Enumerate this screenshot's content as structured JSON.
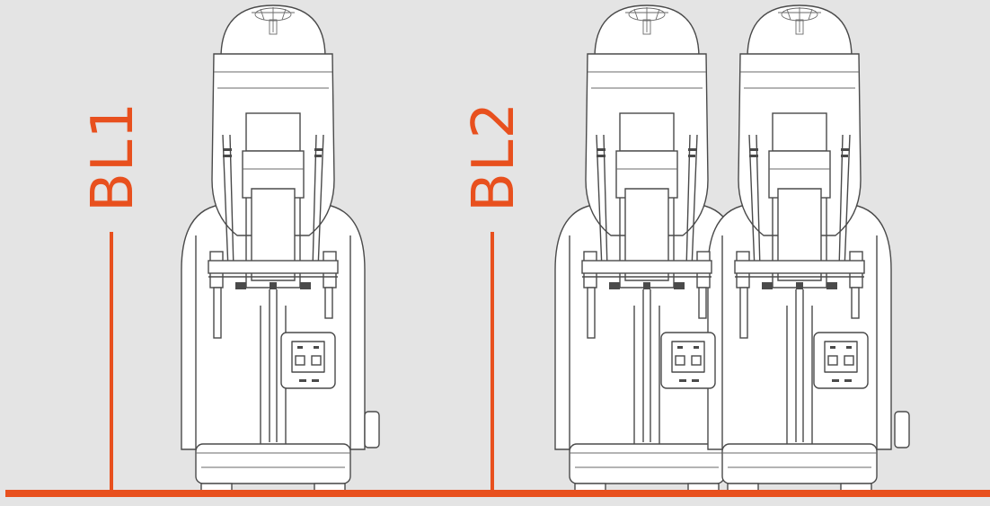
{
  "colors": {
    "background": "#e4e4e4",
    "accent": "#e8501e",
    "line_art": "#4a4a4a"
  },
  "labels": {
    "bl1": "BL1",
    "bl2": "BL2"
  },
  "models": [
    {
      "label": "BL1",
      "bowls": 1
    },
    {
      "label": "BL2",
      "bowls": 2
    }
  ]
}
